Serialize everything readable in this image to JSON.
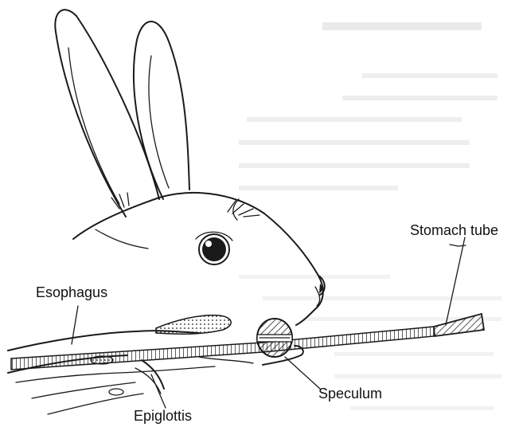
{
  "labels": {
    "stomach_tube": "Stomach  tube",
    "esophagus": "Esophagus",
    "speculum": "Speculum",
    "epiglottis": "Epiglottis"
  },
  "colors": {
    "ink": "#1a1a1a",
    "paper": "#ffffff",
    "bleed_through": "#d9d9d9"
  }
}
